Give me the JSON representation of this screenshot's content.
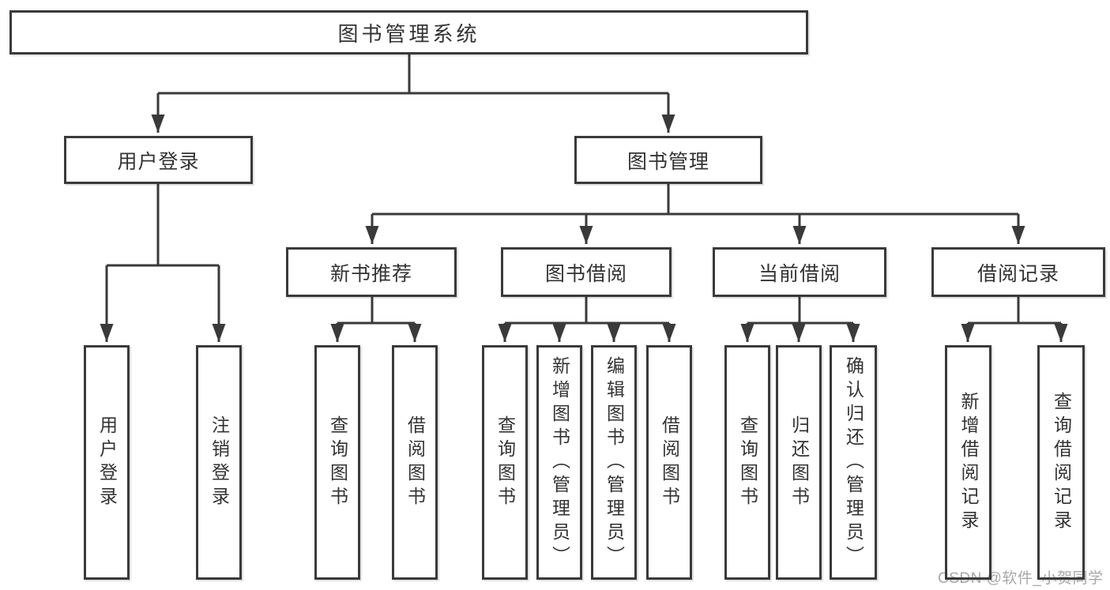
{
  "nodes": {
    "root": "图书管理系统",
    "l2": [
      {
        "label": "用户登录"
      },
      {
        "label": "图书管理"
      }
    ],
    "l3": [
      {
        "label": "新书推荐"
      },
      {
        "label": "图书借阅"
      },
      {
        "label": "当前借阅"
      },
      {
        "label": "借阅记录"
      }
    ],
    "l4": [
      {
        "label": "用户登录"
      },
      {
        "label": "注销登录"
      },
      {
        "label": "查询图书"
      },
      {
        "label": "借阅图书"
      },
      {
        "label": "查询图书"
      },
      {
        "label": "新增图书（管理员）"
      },
      {
        "label": "编辑图书（管理员）"
      },
      {
        "label": "借阅图书"
      },
      {
        "label": "查询图书"
      },
      {
        "label": "归还图书"
      },
      {
        "label": "确认归还（管理员）"
      },
      {
        "label": "新增借阅记录"
      },
      {
        "label": "查询借阅记录"
      }
    ]
  },
  "watermark": "CSDN @软件_小贺同学",
  "colors": {
    "line": "#3a3a3a",
    "text": "#333333",
    "watermark": "#a8a8a8",
    "background": "#ffffff"
  }
}
